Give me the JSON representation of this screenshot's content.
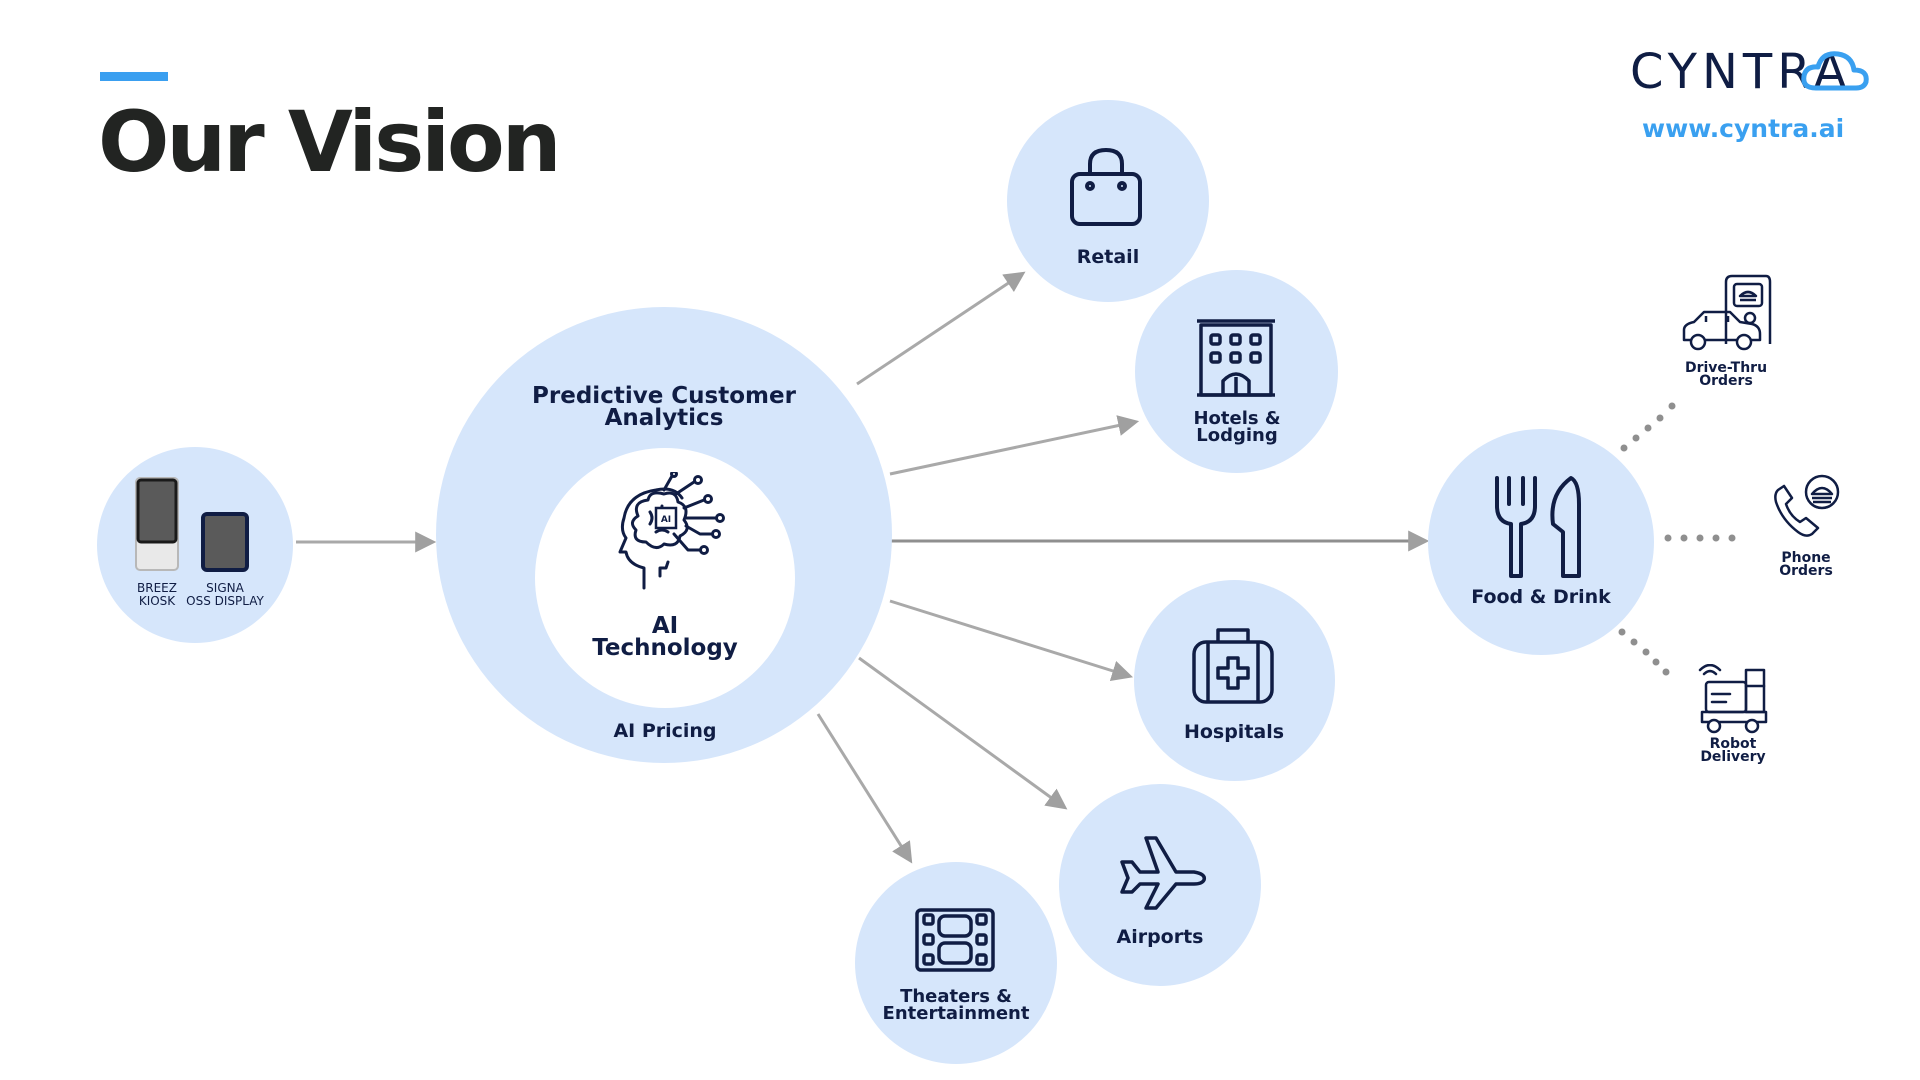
{
  "slide": {
    "title": "Our Vision"
  },
  "logo": {
    "name": "CYNTRA",
    "url": "www.cyntra.ai"
  },
  "devices": {
    "kiosk": "BREEZ\nKIOSK",
    "display": "SIGNA\nOSS DISPLAY"
  },
  "core": {
    "outer_top": "Predictive Customer\nAnalytics",
    "inner": "AI\nTechnology",
    "outer_bottom": "AI Pricing",
    "chip_text": "AI"
  },
  "verticals": [
    {
      "id": "retail",
      "label": "Retail",
      "icon": "shopping-bag-icon"
    },
    {
      "id": "hotels",
      "label": "Hotels &\nLodging",
      "icon": "hotel-building-icon"
    },
    {
      "id": "food",
      "label": "Food & Drink",
      "icon": "fork-knife-icon"
    },
    {
      "id": "hospitals",
      "label": "Hospitals",
      "icon": "medical-kit-icon"
    },
    {
      "id": "airports",
      "label": "Airports",
      "icon": "airplane-icon"
    },
    {
      "id": "theaters",
      "label": "Theaters &\nEntertainment",
      "icon": "film-strip-icon"
    }
  ],
  "food_channels": [
    {
      "id": "drive",
      "label": "Drive-Thru\nOrders",
      "icon": "drive-thru-icon"
    },
    {
      "id": "phone",
      "label": "Phone\nOrders",
      "icon": "phone-order-icon"
    },
    {
      "id": "robot",
      "label": "Robot\nDelivery",
      "icon": "robot-delivery-icon"
    }
  ],
  "colors": {
    "circle": "#d6e6fb",
    "navy": "#101d44",
    "accent": "#3a9ff0",
    "arrow": "#a9a9a9",
    "title": "#222422"
  }
}
